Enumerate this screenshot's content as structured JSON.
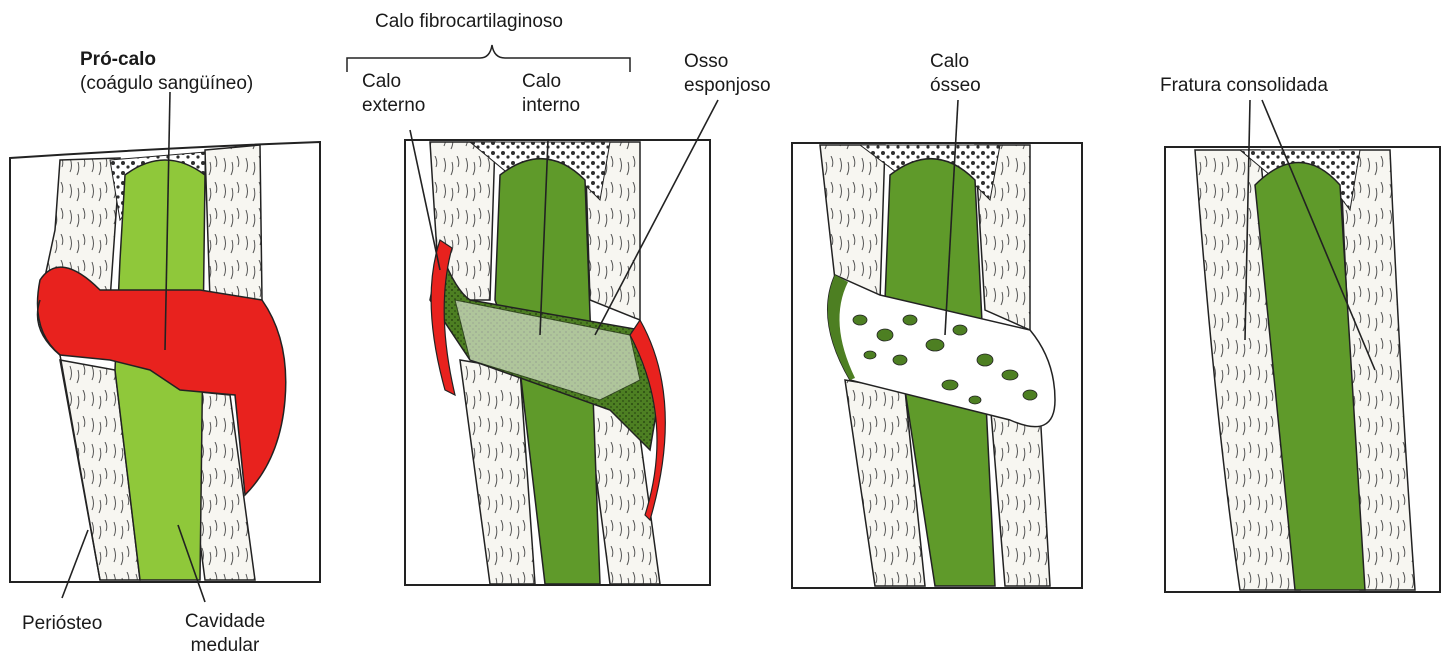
{
  "labels": {
    "pro_calo_1": "Pró-calo",
    "pro_calo_2": "(coágulo sangüíneo)",
    "periosteo": "Periósteo",
    "cavidade_1": "Cavidade",
    "cavidade_2": "medular",
    "calo_fibro": "Calo fibrocartilaginoso",
    "calo_externo_1": "Calo",
    "calo_externo_2": "externo",
    "calo_interno_1": "Calo",
    "calo_interno_2": "interno",
    "osso_esp_1": "Osso",
    "osso_esp_2": "esponjoso",
    "calo_osseo_1": "Calo",
    "calo_osseo_2": "ósseo",
    "fratura": "Fratura consolidada"
  },
  "colors": {
    "marrow_green": "#5f9a2a",
    "marrow_light": "#8fc83a",
    "clot_red": "#e8221e",
    "bone_white": "#f7f6f1",
    "spongy_green": "#3f6f1e",
    "outline": "#222222"
  }
}
